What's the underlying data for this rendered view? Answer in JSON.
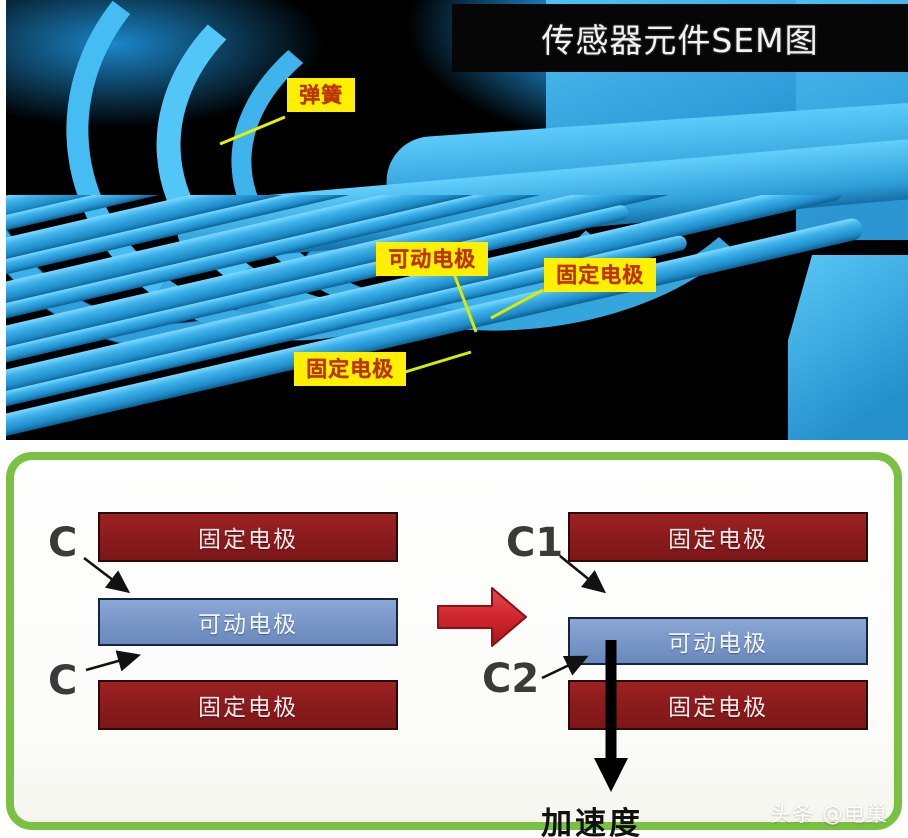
{
  "sem": {
    "title": "传感器元件SEM图",
    "callouts": [
      {
        "id": "spring",
        "text": "弹簧"
      },
      {
        "id": "movable-electrode",
        "text": "可动电极"
      },
      {
        "id": "fixed-electrode-right",
        "text": "固定电极"
      },
      {
        "id": "fixed-electrode-lower",
        "text": "固定电极"
      }
    ],
    "colors": {
      "label_bg": "#fff000",
      "label_text": "#c03000",
      "leader_line": "#e8f000",
      "structure_blue": "#3fb3ec",
      "background": "#000000"
    }
  },
  "diagram": {
    "border_color": "#7ac143",
    "left": {
      "bars": [
        {
          "id": "fixed-top",
          "text": "固定电极",
          "type": "fixed"
        },
        {
          "id": "movable",
          "text": "可动电极",
          "type": "movable"
        },
        {
          "id": "fixed-bottom",
          "text": "固定电极",
          "type": "fixed"
        }
      ],
      "capacitance_labels": [
        {
          "id": "c-upper",
          "text": "C"
        },
        {
          "id": "c-lower",
          "text": "C"
        }
      ]
    },
    "right": {
      "bars": [
        {
          "id": "fixed-top",
          "text": "固定电极",
          "type": "fixed"
        },
        {
          "id": "movable",
          "text": "可动电极",
          "type": "movable"
        },
        {
          "id": "fixed-bottom",
          "text": "固定电极",
          "type": "fixed"
        }
      ],
      "capacitance_labels": [
        {
          "id": "c1",
          "text": "C1"
        },
        {
          "id": "c2",
          "text": "C2"
        }
      ],
      "acceleration_label": "加速度"
    },
    "transition_arrow": {
      "direction": "right",
      "color": "#d93a3f"
    },
    "colors": {
      "fixed_electrode": "#8d1c1d",
      "movable_electrode": "#7796c7",
      "fixed_electrode_border": "#2b0a0a",
      "movable_electrode_border": "#16243f",
      "label_text": "#3a3a3a"
    }
  },
  "watermark": {
    "text": "头条 @电巢"
  }
}
